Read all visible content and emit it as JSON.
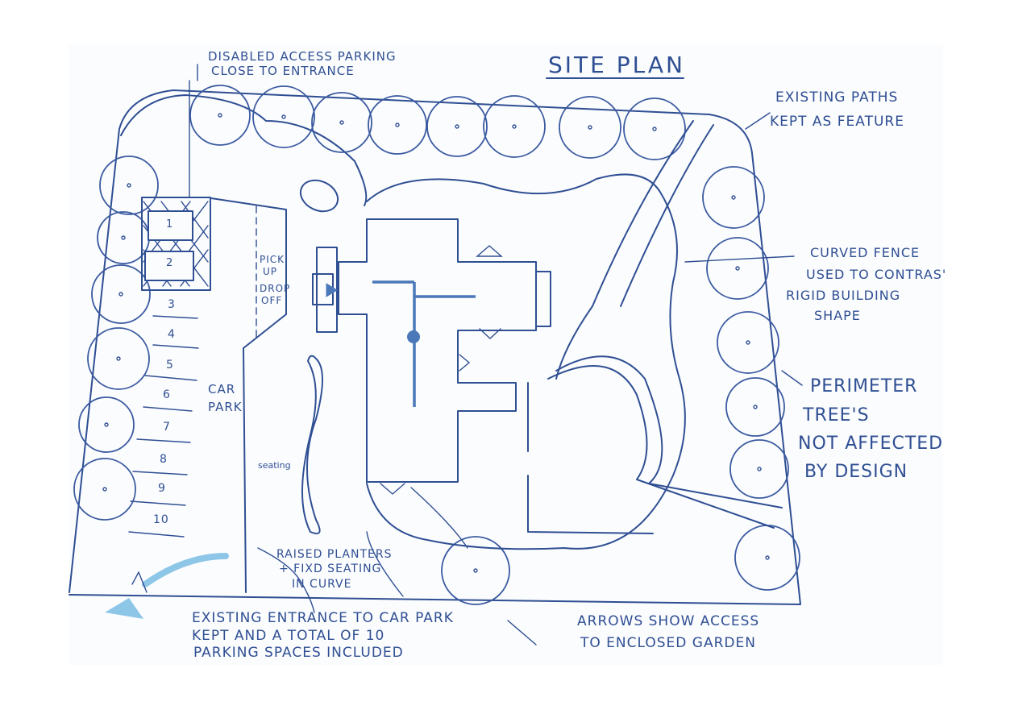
{
  "title": "SITE PLAN",
  "annotations": {
    "disabled_parking_line1": "DISABLED ACCESS PARKING",
    "disabled_parking_line2": "CLOSE TO ENTRANCE",
    "existing_paths_line1": "EXISTING PATHS",
    "existing_paths_line2": "KEPT AS FEATURE",
    "curved_fence_line1": "CURVED FENCE",
    "curved_fence_line2": "USED TO CONTRAS'",
    "curved_fence_line3": "RIGID BUILDING",
    "curved_fence_line4": "SHAPE",
    "perimeter_line1": "PERIMETER",
    "perimeter_line2": "TREE'S",
    "perimeter_line3": "NOT AFFECTED",
    "perimeter_line4": "BY DESIGN",
    "pickup_line1": "PICK",
    "pickup_line2": "UP",
    "pickup_line3": "DROP",
    "pickup_line4": "OFF",
    "car_park_line1": "CAR",
    "car_park_line2": "PARK",
    "seating": "seating",
    "raised_line1": "RAISED PLANTERS",
    "raised_line2": "+ FIXD SEATING",
    "raised_line3": "IN CURVE",
    "entrance_line1": "EXISTING ENTRANCE TO CAR PARK",
    "entrance_line2": "KEPT AND A TOTAL OF 10",
    "entrance_line3": "PARKING SPACES INCLUDED",
    "arrows_line1": "ARROWS SHOW ACCESS",
    "arrows_line2": "TO ENCLOSED GARDEN"
  },
  "parking_spaces": [
    "1",
    "2",
    "3",
    "4",
    "5",
    "6",
    "7",
    "8",
    "9",
    "10"
  ],
  "colors": {
    "ink": "#2f4f93",
    "building_accent": "#4a78b8",
    "entrance_arrow": "#8ec6e8",
    "paper": "#fbfcfe"
  }
}
